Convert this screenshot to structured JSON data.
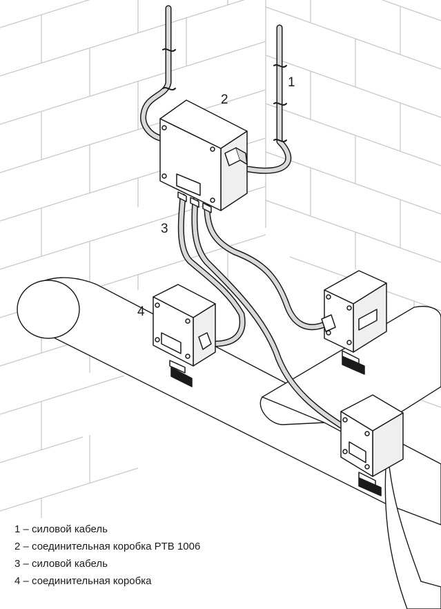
{
  "callouts": {
    "c1": "1",
    "c2": "2",
    "c3": "3",
    "c4": "4"
  },
  "legend": [
    {
      "label": "1 – силовой кабель"
    },
    {
      "label": "2 – соединительная коробка PTB 1006"
    },
    {
      "label": "3 – силовой кабель"
    },
    {
      "label": "4 – соединительная коробка"
    }
  ],
  "colors": {
    "line": "#1a1a1a",
    "brick": "#c8c8c8",
    "cable_fill": "#d9d9d9",
    "box_face": "#ffffff",
    "box_side": "#efefef"
  }
}
